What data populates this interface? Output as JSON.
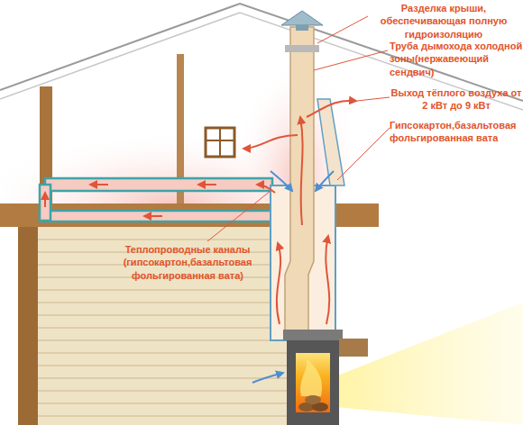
{
  "diagram": {
    "labels": [
      "Разделка крыши, обеспечивающая полную гидроизоляцию",
      "Труба дымохода холодной зоны(нержавеющий сендвич)",
      "Выход тёплого воздуха от 2 кВт до 9 кВт",
      "Гипсокартон,базальтовая фольгированная вата",
      "Теплопроводные каналы (гипсокартон,базальтовая фольгированная вата)"
    ]
  }
}
